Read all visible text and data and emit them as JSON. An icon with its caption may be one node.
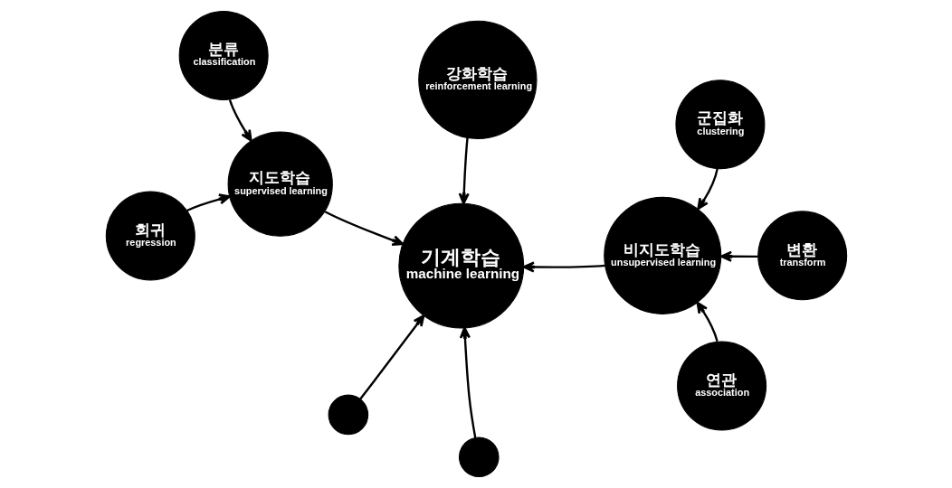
{
  "diagram": {
    "nodes": [
      {
        "text": [
          "강화학습",
          "reinforcement learning"
        ]
      },
      {
        "text": [
          "분류",
          "classification"
        ]
      },
      {
        "text": [
          "군집화",
          "clustering"
        ]
      },
      {
        "text": [
          "지도학습",
          "supervised learning"
        ]
      },
      {
        "text": [
          "기계학습",
          "machine learning"
        ]
      },
      {
        "text": [
          "비지도학습",
          "unsupervised learning"
        ]
      },
      {
        "text": [
          "변환",
          "transform"
        ]
      },
      {
        "text": [
          "회귀",
          "regression"
        ]
      },
      {
        "text": [
          "연관",
          "association"
        ]
      },
      {
        "text": [],
        "shape": "circle"
      },
      {
        "text": [],
        "shape": "circle"
      }
    ],
    "edges": [
      {
        "from": 0,
        "to": 4,
        "arrow": "to"
      },
      {
        "from": 1,
        "to": 3,
        "arrow": "to"
      },
      {
        "from": 2,
        "to": 5,
        "arrow": "to"
      },
      {
        "from": 3,
        "to": 4,
        "arrow": "to"
      },
      {
        "from": 5,
        "to": 4,
        "arrow": "to"
      },
      {
        "from": 6,
        "to": 5,
        "arrow": "to"
      },
      {
        "from": 7,
        "to": 3,
        "arrow": "to"
      },
      {
        "from": 8,
        "to": 5,
        "arrow": "to"
      },
      {
        "from": 9,
        "to": 4,
        "arrow": "to"
      },
      {
        "from": 10,
        "to": 4,
        "arrow": "to"
      }
    ]
  }
}
